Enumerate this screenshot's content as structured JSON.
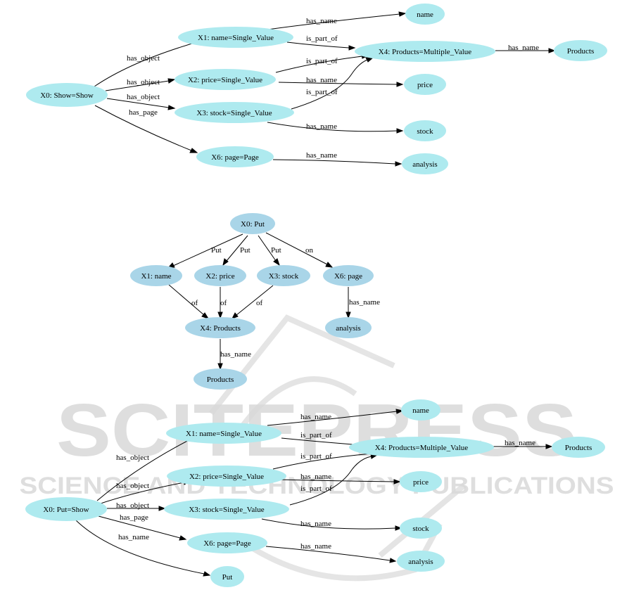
{
  "colors": {
    "node_fill_cyan": "#aeeaef",
    "node_fill_blue": "#a9d5e8",
    "edge": "#000000",
    "watermark": "#d9d9d9"
  },
  "watermark": {
    "title": "SCITEPRESS",
    "subtitle": "SCIENCE AND TECHNOLOGY PUBLICATIONS"
  },
  "diagrams": [
    {
      "id": "top",
      "nodes": [
        {
          "id": "t0",
          "label": "X0: Show=Show",
          "style": "cyan"
        },
        {
          "id": "t1",
          "label": "X1: name=Single_Value",
          "style": "cyan"
        },
        {
          "id": "t2",
          "label": "X2: price=Single_Value",
          "style": "cyan"
        },
        {
          "id": "t3",
          "label": "X3: stock=Single_Value",
          "style": "cyan"
        },
        {
          "id": "t4",
          "label": "X4: Products=Multiple_Value",
          "style": "cyan"
        },
        {
          "id": "t6",
          "label": "X6: page=Page",
          "style": "cyan"
        },
        {
          "id": "tn",
          "label": "name",
          "style": "cyan"
        },
        {
          "id": "tpr",
          "label": "Products",
          "style": "cyan"
        },
        {
          "id": "tp",
          "label": "price",
          "style": "cyan"
        },
        {
          "id": "ts",
          "label": "stock",
          "style": "cyan"
        },
        {
          "id": "ta",
          "label": "analysis",
          "style": "cyan"
        }
      ],
      "edges": [
        {
          "from": "t0",
          "to": "t1",
          "label": "has_object"
        },
        {
          "from": "t0",
          "to": "t2",
          "label": "has_object"
        },
        {
          "from": "t0",
          "to": "t3",
          "label": "has_object"
        },
        {
          "from": "t0",
          "to": "t6",
          "label": "has_page"
        },
        {
          "from": "t1",
          "to": "tn",
          "label": "has_name"
        },
        {
          "from": "t1",
          "to": "t4",
          "label": "is_part_of"
        },
        {
          "from": "t2",
          "to": "t4",
          "label": "is_part_of"
        },
        {
          "from": "t2",
          "to": "tp",
          "label": "has_name"
        },
        {
          "from": "t3",
          "to": "t4",
          "label": "is_part_of"
        },
        {
          "from": "t3",
          "to": "ts",
          "label": "has_name"
        },
        {
          "from": "t4",
          "to": "tpr",
          "label": "has_name"
        },
        {
          "from": "t6",
          "to": "ta",
          "label": "has_name"
        }
      ]
    },
    {
      "id": "middle",
      "nodes": [
        {
          "id": "m0",
          "label": "X0: Put",
          "style": "blue"
        },
        {
          "id": "m1",
          "label": "X1: name",
          "style": "blue"
        },
        {
          "id": "m2",
          "label": "X2: price",
          "style": "blue"
        },
        {
          "id": "m3",
          "label": "X3: stock",
          "style": "blue"
        },
        {
          "id": "m6",
          "label": "X6: page",
          "style": "blue"
        },
        {
          "id": "m4",
          "label": "X4: Products",
          "style": "blue"
        },
        {
          "id": "ma",
          "label": "analysis",
          "style": "blue"
        },
        {
          "id": "mpr",
          "label": "Products",
          "style": "blue"
        }
      ],
      "edges": [
        {
          "from": "m0",
          "to": "m1",
          "label": "Put"
        },
        {
          "from": "m0",
          "to": "m2",
          "label": "Put"
        },
        {
          "from": "m0",
          "to": "m3",
          "label": "Put"
        },
        {
          "from": "m0",
          "to": "m6",
          "label": "on"
        },
        {
          "from": "m1",
          "to": "m4",
          "label": "of"
        },
        {
          "from": "m2",
          "to": "m4",
          "label": "of"
        },
        {
          "from": "m3",
          "to": "m4",
          "label": "of"
        },
        {
          "from": "m6",
          "to": "ma",
          "label": "has_name"
        },
        {
          "from": "m4",
          "to": "mpr",
          "label": "has_name"
        }
      ]
    },
    {
      "id": "bottom",
      "nodes": [
        {
          "id": "b0",
          "label": "X0: Put=Show",
          "style": "cyan"
        },
        {
          "id": "b1",
          "label": "X1: name=Single_Value",
          "style": "cyan"
        },
        {
          "id": "b2",
          "label": "X2: price=Single_Value",
          "style": "cyan"
        },
        {
          "id": "b3",
          "label": "X3: stock=Single_Value",
          "style": "cyan"
        },
        {
          "id": "b4",
          "label": "X4: Products=Multiple_Value",
          "style": "cyan"
        },
        {
          "id": "b6",
          "label": "X6: page=Page",
          "style": "cyan"
        },
        {
          "id": "bn",
          "label": "name",
          "style": "cyan"
        },
        {
          "id": "bpr",
          "label": "Products",
          "style": "cyan"
        },
        {
          "id": "bp",
          "label": "price",
          "style": "cyan"
        },
        {
          "id": "bs",
          "label": "stock",
          "style": "cyan"
        },
        {
          "id": "ba",
          "label": "analysis",
          "style": "cyan"
        },
        {
          "id": "bput",
          "label": "Put",
          "style": "cyan"
        }
      ],
      "edges": [
        {
          "from": "b0",
          "to": "b1",
          "label": "has_object"
        },
        {
          "from": "b0",
          "to": "b2",
          "label": "has_object"
        },
        {
          "from": "b0",
          "to": "b3",
          "label": "has_object"
        },
        {
          "from": "b0",
          "to": "b6",
          "label": "has_page"
        },
        {
          "from": "b0",
          "to": "bput",
          "label": "has_name"
        },
        {
          "from": "b1",
          "to": "bn",
          "label": "has_name"
        },
        {
          "from": "b1",
          "to": "b4",
          "label": "is_part_of"
        },
        {
          "from": "b2",
          "to": "b4",
          "label": "is_part_of"
        },
        {
          "from": "b2",
          "to": "bp",
          "label": "has_name"
        },
        {
          "from": "b3",
          "to": "b4",
          "label": "is_part_of"
        },
        {
          "from": "b3",
          "to": "bs",
          "label": "has_name"
        },
        {
          "from": "b4",
          "to": "bpr",
          "label": "has_name"
        },
        {
          "from": "b6",
          "to": "ba",
          "label": "has_name"
        }
      ]
    }
  ]
}
